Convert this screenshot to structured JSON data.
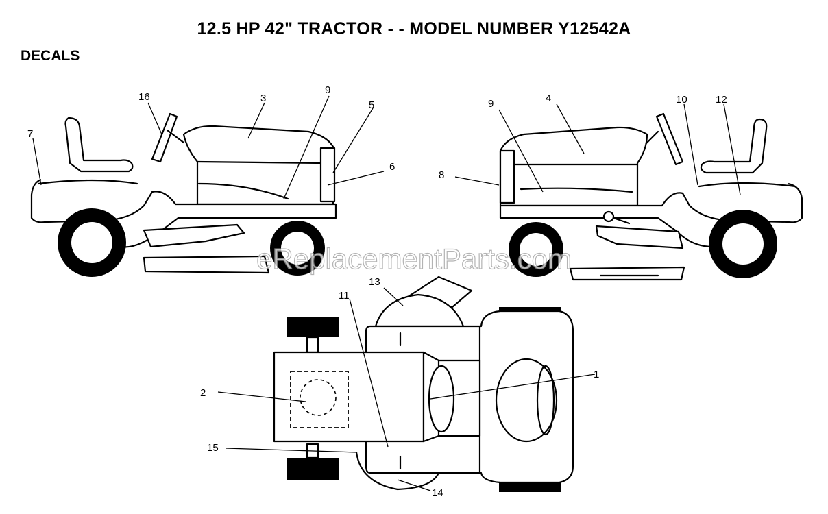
{
  "header": {
    "title": "12.5 HP 42\" TRACTOR - - MODEL NUMBER Y12542A",
    "section": "DECALS"
  },
  "watermark": "eReplacementParts.com",
  "callouts": {
    "c1": "1",
    "c2": "2",
    "c3": "3",
    "c4": "4",
    "c5": "5",
    "c6": "6",
    "c7": "7",
    "c8": "8",
    "c9a": "9",
    "c9b": "9",
    "c10": "10",
    "c11": "11",
    "c12": "12",
    "c13": "13",
    "c14": "14",
    "c15": "15",
    "c16": "16"
  }
}
